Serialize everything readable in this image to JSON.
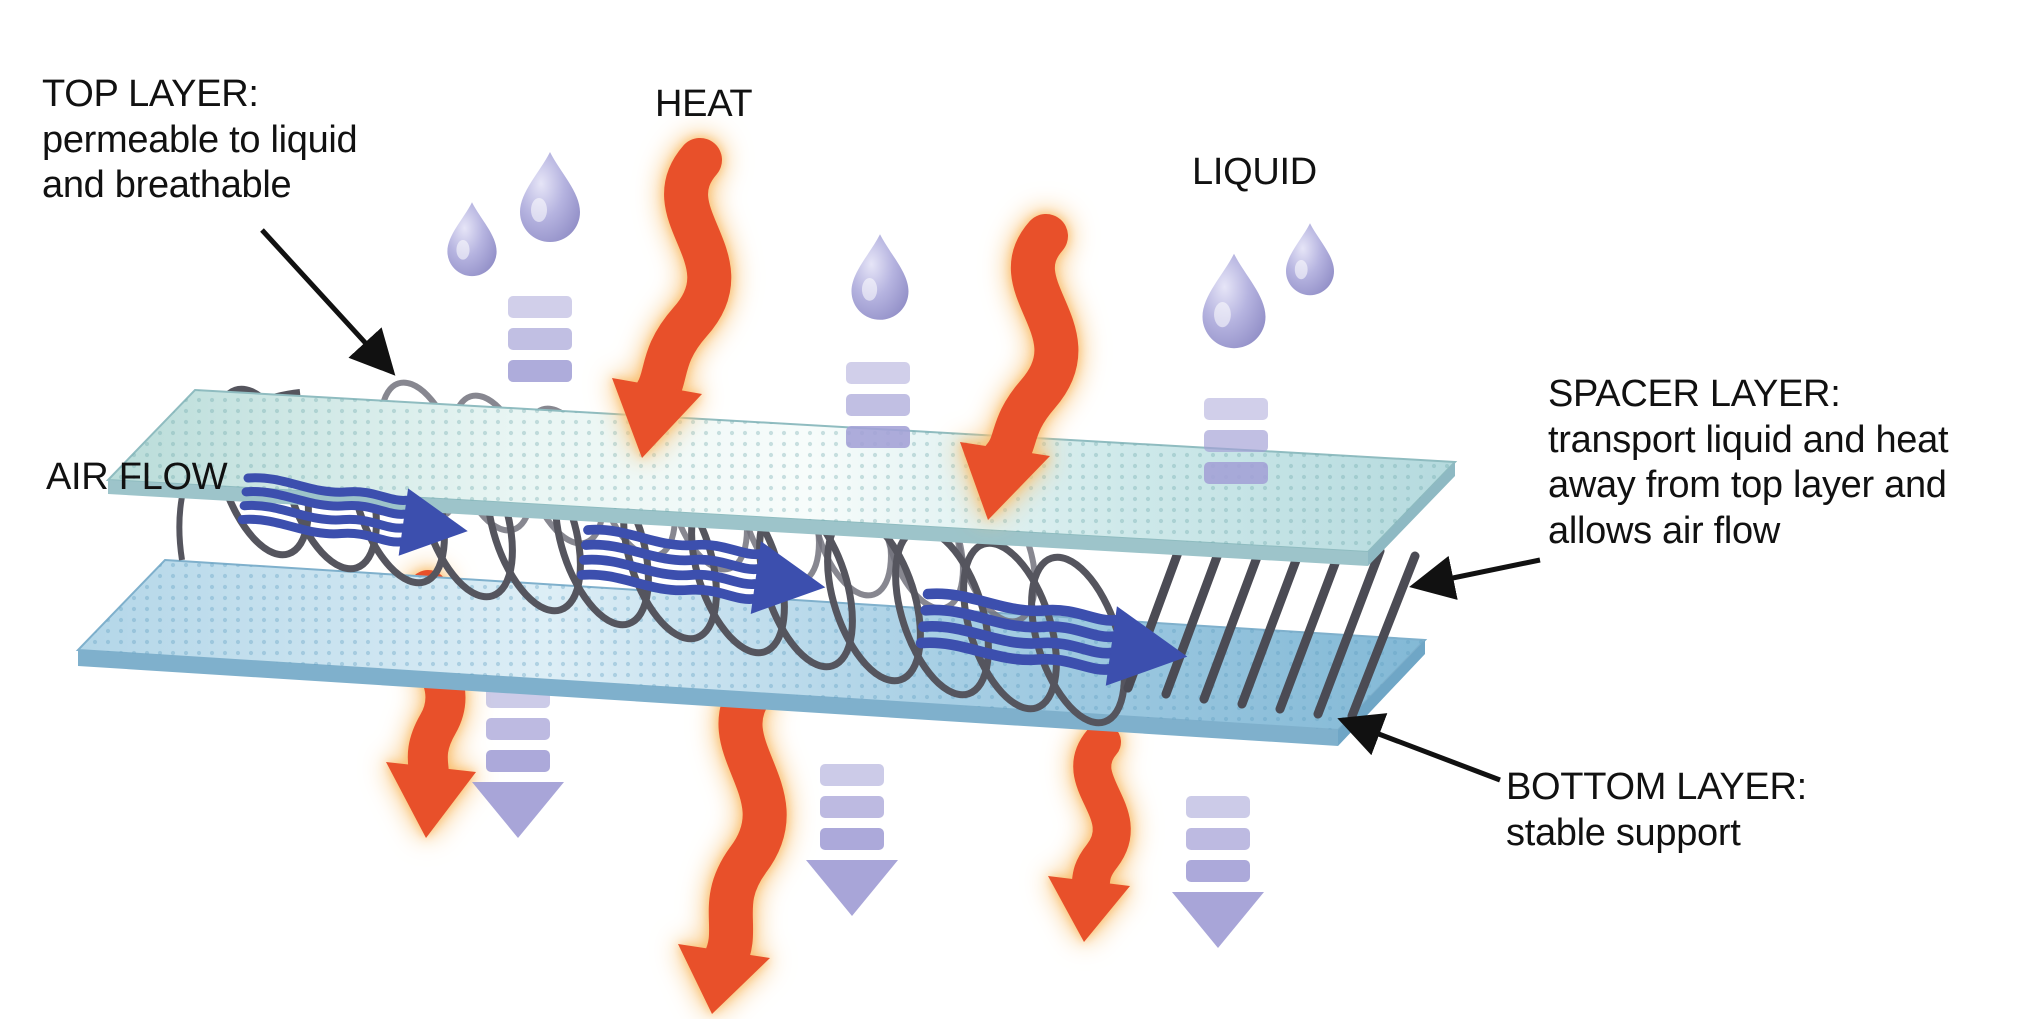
{
  "title": "Spacer fabric three-layer functional diagram",
  "labels": {
    "top_layer": "TOP LAYER:\npermeable to liquid\nand breathable",
    "heat": "HEAT",
    "liquid": "LIQUID",
    "air_flow": "AIR FLOW",
    "spacer_layer": "SPACER LAYER:\ntransport liquid and heat\naway from top layer and\nallows air flow",
    "bottom_layer": "BOTTOM LAYER:\nstable support"
  },
  "colors": {
    "background": "#ffffff",
    "text": "#111111",
    "heat": "#e8502a",
    "heat_glow": "#f9c070",
    "liquid": "#a3a0d6",
    "air": "#3c4fae",
    "coil": "#55555e",
    "top_plate": "#cfe9e8",
    "bottom_plate": "#a9d3e8"
  }
}
